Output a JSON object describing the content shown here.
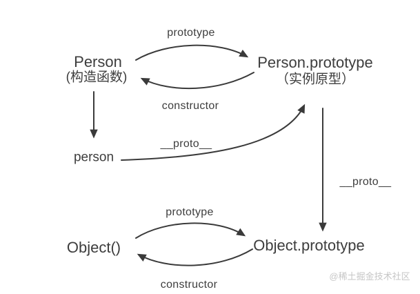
{
  "diagram": {
    "type": "prototype-chain-diagram",
    "nodes": {
      "person_ctor": {
        "label": "Person",
        "sublabel": "(构造函数)"
      },
      "person_prototype": {
        "label": "Person.prototype",
        "sublabel": "（实例原型）"
      },
      "person_instance": {
        "label": "person"
      },
      "object_ctor": {
        "label": "Object()"
      },
      "object_prototype": {
        "label": "Object.prototype"
      }
    },
    "edges": {
      "prototype_top": {
        "label": "prototype",
        "from": "Person",
        "to": "Person.prototype"
      },
      "constructor_top": {
        "label": "constructor",
        "from": "Person.prototype",
        "to": "Person"
      },
      "new_instance": {
        "label": "",
        "from": "Person",
        "to": "person"
      },
      "proto_person": {
        "label": "__proto__",
        "from": "person",
        "to": "Person.prototype"
      },
      "proto_prototype": {
        "label": "__proto__",
        "from": "Person.prototype",
        "to": "Object.prototype"
      },
      "prototype_bottom": {
        "label": "prototype",
        "from": "Object()",
        "to": "Object.prototype"
      },
      "constructor_bottom": {
        "label": "constructor",
        "from": "Object.prototype",
        "to": "Object()"
      }
    },
    "watermark": {
      "label": "@稀土掘金技术社区"
    },
    "colors": {
      "text": "#3d3d3d",
      "line": "#3a3a3a",
      "watermark": "#c6c6c6",
      "background": "#ffffff"
    }
  }
}
